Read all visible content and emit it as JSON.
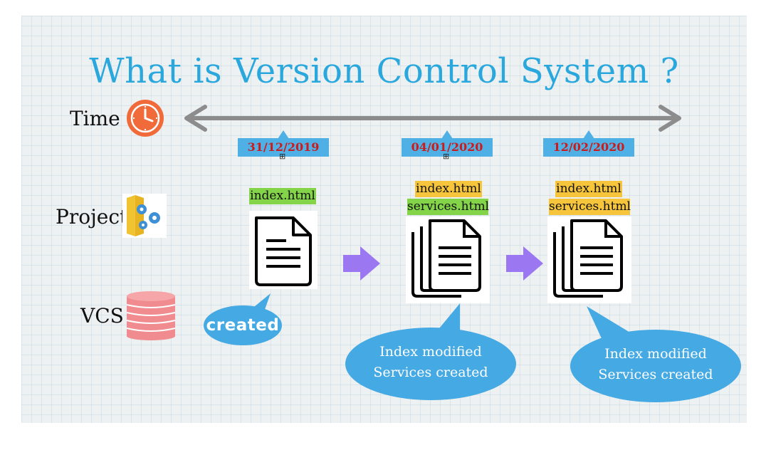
{
  "title": "What is Version Control System ?",
  "rows": {
    "time": "Time",
    "project": "Project",
    "vcs": "VCS"
  },
  "dates": [
    "31/12/2019",
    "04/01/2020",
    "12/02/2020"
  ],
  "snapshots": [
    {
      "files": [
        "index.html"
      ]
    },
    {
      "files": [
        "index.html",
        "services.html"
      ]
    },
    {
      "files": [
        "index.html",
        "services.html"
      ]
    }
  ],
  "bubbles": [
    "created",
    "Index modified\nServices created",
    "Index modified\nServices created"
  ],
  "icons": [
    "clock-icon",
    "project-folder-gear-icon",
    "database-stack-icon",
    "document-icon",
    "documents-icon",
    "right-arrow-icon"
  ],
  "colors": {
    "title": "#2aa8dd",
    "date_box": "#4fb0e6",
    "date_text": "#cc1b1b",
    "tag_new": "#83d449",
    "tag_existing": "#f7c53c",
    "bubble": "#45a9e3",
    "arrow": "#9b78f2",
    "timeline": "#8c8c8c",
    "clock": "#f06a3a",
    "database": "#f08b8f"
  }
}
